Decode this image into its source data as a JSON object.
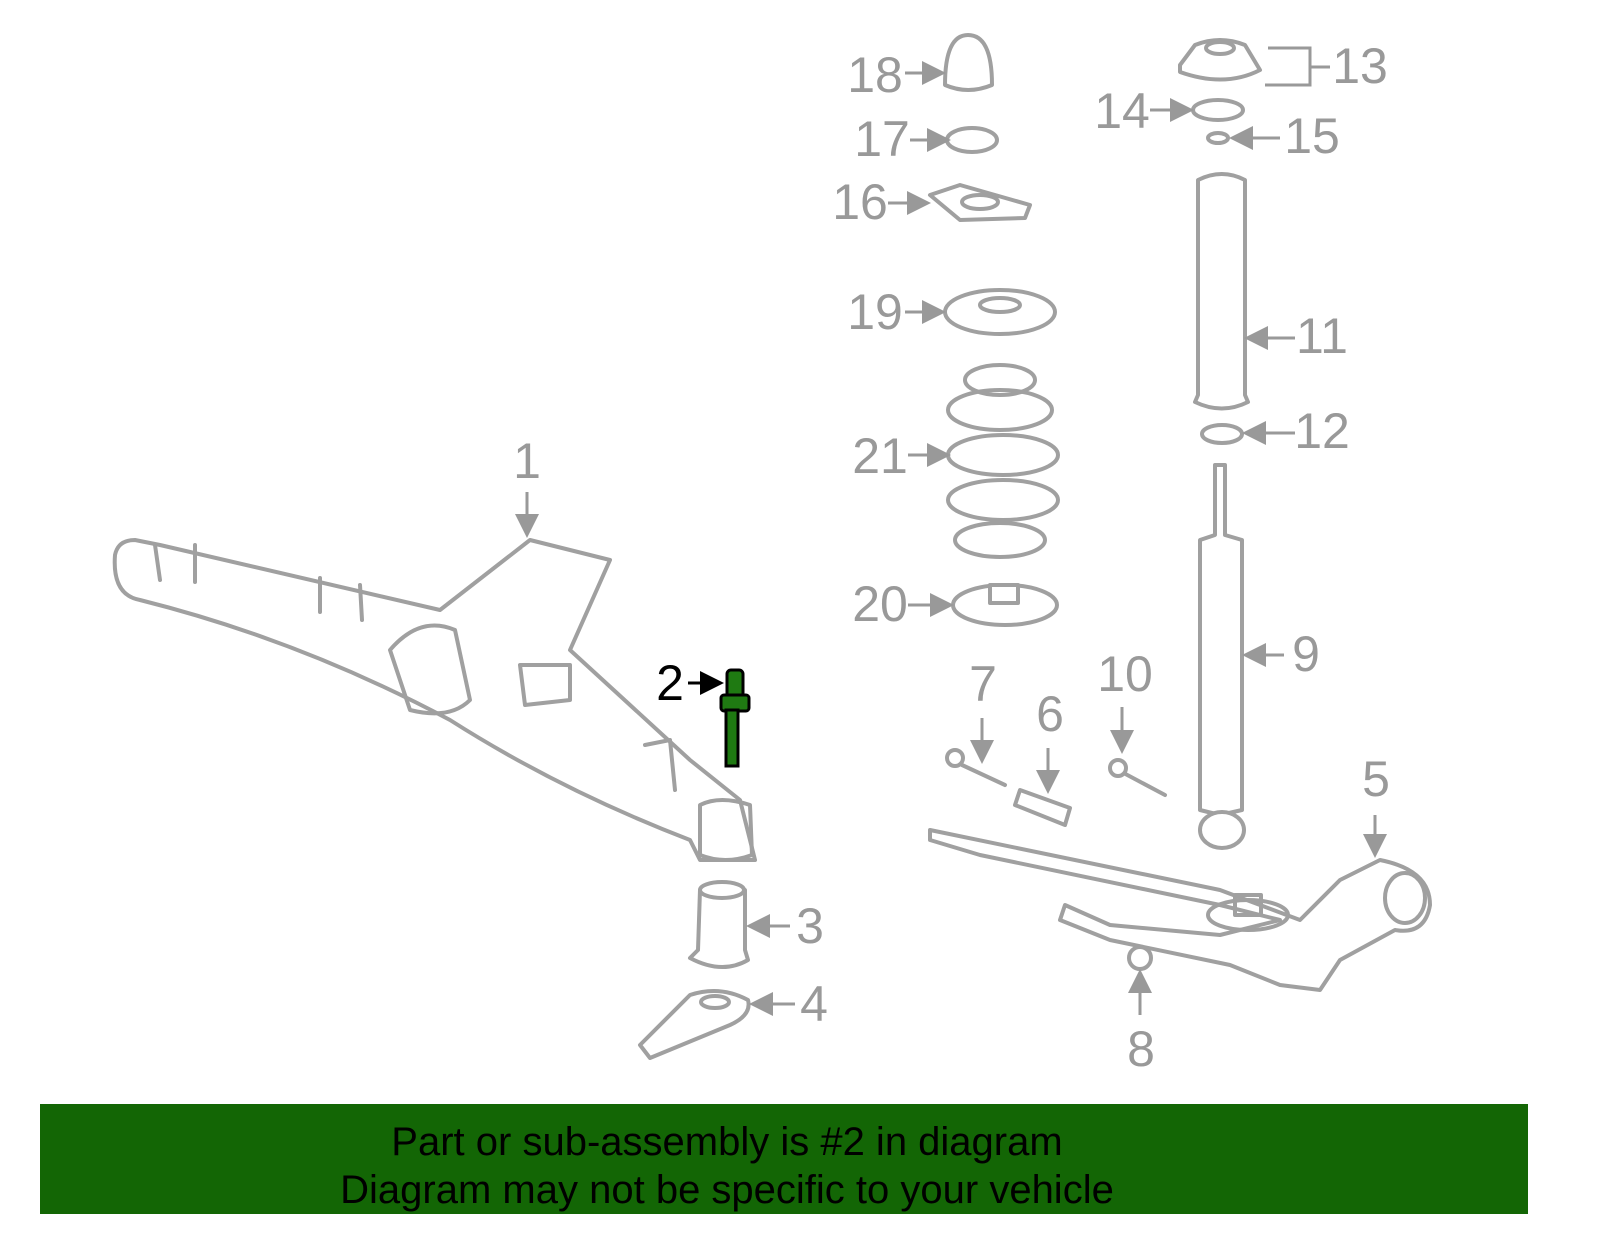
{
  "diagram": {
    "selected_part": "2",
    "highlight_color": "#1f7a12",
    "callouts": [
      "1",
      "2",
      "3",
      "4",
      "5",
      "6",
      "7",
      "8",
      "9",
      "10",
      "11",
      "12",
      "13",
      "14",
      "15",
      "16",
      "17",
      "18",
      "19",
      "20",
      "21"
    ]
  },
  "banner": {
    "line1": "Part or sub-assembly is #2 in diagram",
    "line2": "Diagram may not be specific to your vehicle",
    "color": "#136605"
  }
}
